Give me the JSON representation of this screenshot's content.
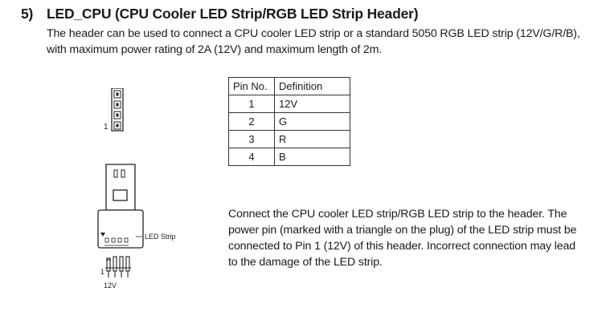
{
  "section": {
    "number": "5)",
    "title": "LED_CPU (CPU Cooler LED Strip/RGB LED Strip Header)",
    "description": "The header can be used to connect a CPU cooler LED strip or a standard 5050 RGB LED strip (12V/G/R/B), with maximum power rating of 2A (12V) and maximum length of 2m."
  },
  "pin_table": {
    "headers": [
      "Pin No.",
      "Definition"
    ],
    "rows": [
      {
        "pin": "1",
        "definition": "12V"
      },
      {
        "pin": "2",
        "definition": "G"
      },
      {
        "pin": "3",
        "definition": "R"
      },
      {
        "pin": "4",
        "definition": "B"
      }
    ]
  },
  "diagram": {
    "pin1_label": "1",
    "plug_pin1_label": "1",
    "led_strip_label": "LED Strip",
    "voltage_label": "12V"
  },
  "connection_note": "Connect the CPU cooler LED strip/RGB LED strip to the header. The power pin (marked with a triangle on the plug) of the LED strip must be connected to Pin 1 (12V) of this header. Incorrect connection may lead to the damage of the LED strip."
}
